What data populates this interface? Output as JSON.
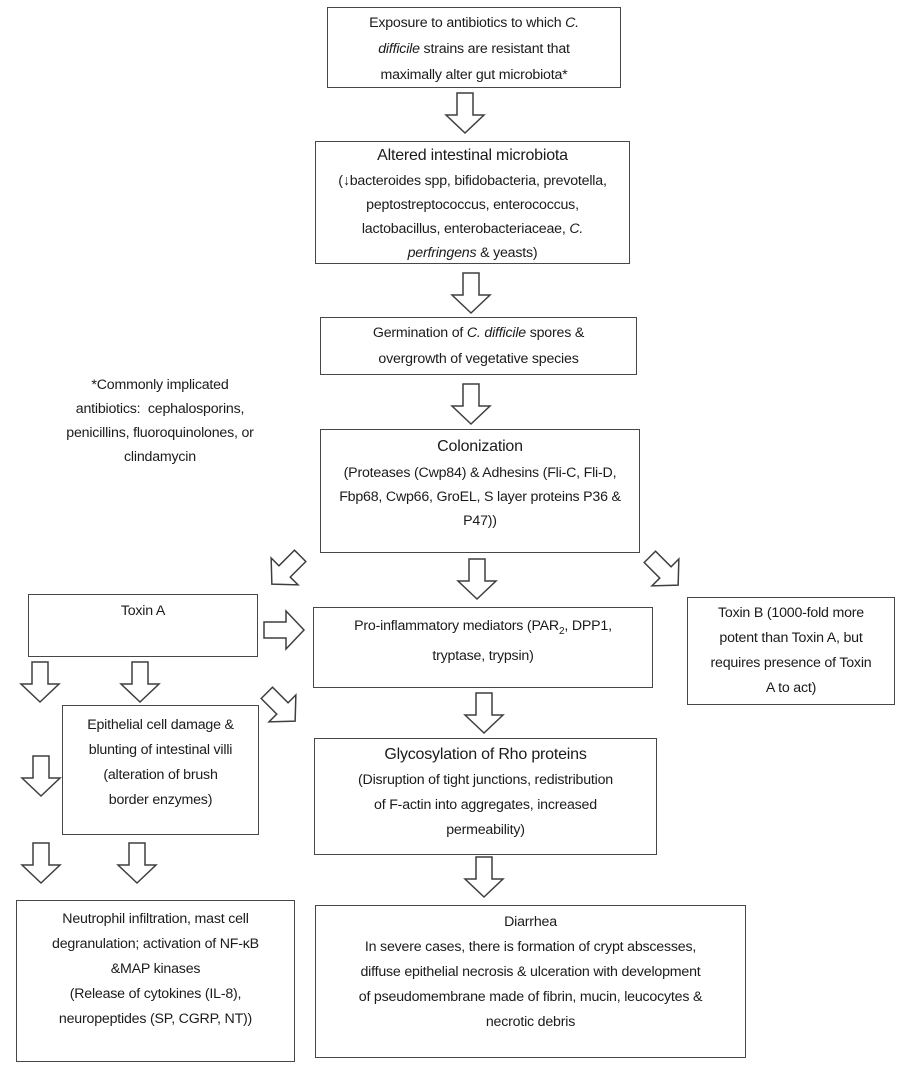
{
  "page": {
    "background_color": "#ffffff",
    "box_border_color": "#474747",
    "text_color": "#1b1b1b",
    "arrow_style": "white-filled block arrow with dark outline"
  },
  "boxes": {
    "exposure": {
      "lines": [
        {
          "segments": [
            {
              "text": "Exposure to antibiotics to which "
            },
            {
              "text": "C.",
              "italic": true
            }
          ]
        },
        {
          "segments": [
            {
              "text": "difficile",
              "italic": true
            },
            {
              "text": " strains are resistant that"
            }
          ]
        },
        {
          "segments": [
            {
              "text": "maximally alter gut microbiota*"
            }
          ]
        }
      ]
    },
    "altered_microbiota": {
      "lines": [
        {
          "heading": true,
          "segments": [
            {
              "text": "Altered intestinal microbiota"
            }
          ]
        },
        {
          "segments": [
            {
              "text": "(↓bacteroides spp, bifidobacteria, prevotella,"
            }
          ]
        },
        {
          "segments": [
            {
              "text": "peptostreptococcus, enterococcus,"
            }
          ]
        },
        {
          "segments": [
            {
              "text": "lactobacillus, enterobacteriaceae, "
            },
            {
              "text": "C.",
              "italic": true
            }
          ]
        },
        {
          "segments": [
            {
              "text": "perfringens",
              "italic": true
            },
            {
              "text": " & yeasts)"
            }
          ]
        }
      ]
    },
    "germination": {
      "lines": [
        {
          "segments": [
            {
              "text": "Germination of "
            },
            {
              "text": "C. difficile",
              "italic": true
            },
            {
              "text": " spores &"
            }
          ]
        },
        {
          "segments": [
            {
              "text": "overgrowth of vegetative species"
            }
          ]
        }
      ]
    },
    "colonization": {
      "lines": [
        {
          "heading": true,
          "segments": [
            {
              "text": "Colonization"
            }
          ]
        },
        {
          "segments": [
            {
              "text": "(Proteases (Cwp84) & Adhesins (Fli-C, Fli-D,"
            }
          ]
        },
        {
          "segments": [
            {
              "text": "Fbp68, Cwp66, GroEL, S layer proteins P36 &"
            }
          ]
        },
        {
          "segments": [
            {
              "text": "P47))"
            }
          ]
        }
      ]
    },
    "antibiotics_note": {
      "lines": [
        {
          "segments": [
            {
              "text": "*Commonly implicated"
            }
          ]
        },
        {
          "segments": [
            {
              "text": "antibiotics:  cephalosporins,"
            }
          ]
        },
        {
          "segments": [
            {
              "text": "penicillins, fluoroquinolones, or"
            }
          ]
        },
        {
          "segments": [
            {
              "text": "clindamycin"
            }
          ]
        }
      ]
    },
    "toxin_a": {
      "lines": [
        {
          "segments": [
            {
              "text": "Toxin A"
            }
          ]
        }
      ]
    },
    "pro_inflammatory": {
      "lines": [
        {
          "segments": [
            {
              "text": "Pro-inflammatory mediators (PAR"
            },
            {
              "text": "2",
              "sub": true
            },
            {
              "text": ", DPP1,"
            }
          ]
        },
        {
          "segments": [
            {
              "text": "tryptase, trypsin)"
            }
          ]
        }
      ]
    },
    "toxin_b": {
      "lines": [
        {
          "segments": [
            {
              "text": "Toxin B (1000-fold more"
            }
          ]
        },
        {
          "segments": [
            {
              "text": "potent than Toxin A, but"
            }
          ]
        },
        {
          "segments": [
            {
              "text": "requires presence of Toxin"
            }
          ]
        },
        {
          "segments": [
            {
              "text": "A to act)"
            }
          ]
        }
      ]
    },
    "epithelial_damage": {
      "lines": [
        {
          "segments": [
            {
              "text": "Epithelial cell damage &"
            }
          ]
        },
        {
          "segments": [
            {
              "text": "blunting of intestinal villi"
            }
          ]
        },
        {
          "segments": [
            {
              "text": "(alteration of brush"
            }
          ]
        },
        {
          "segments": [
            {
              "text": "border enzymes)"
            }
          ]
        }
      ]
    },
    "glycosylation": {
      "lines": [
        {
          "heading": true,
          "segments": [
            {
              "text": "Glycosylation of Rho proteins"
            }
          ]
        },
        {
          "segments": [
            {
              "text": "(Disruption of tight junctions, redistribution"
            }
          ]
        },
        {
          "segments": [
            {
              "text": "of F-actin into aggregates, increased"
            }
          ]
        },
        {
          "segments": [
            {
              "text": "permeability)"
            }
          ]
        }
      ]
    },
    "neutrophil": {
      "lines": [
        {
          "segments": [
            {
              "text": "Neutrophil infiltration, mast cell"
            }
          ]
        },
        {
          "segments": [
            {
              "text": "degranulation; activation of NF-κB"
            }
          ]
        },
        {
          "segments": [
            {
              "text": "&MAP kinases"
            }
          ]
        },
        {
          "segments": [
            {
              "text": "(Release of cytokines (IL-8),"
            }
          ]
        },
        {
          "segments": [
            {
              "text": "neuropeptides (SP, CGRP, NT))"
            }
          ]
        }
      ]
    },
    "diarrhea": {
      "lines": [
        {
          "segments": [
            {
              "text": "Diarrhea"
            }
          ]
        },
        {
          "segments": [
            {
              "text": "In severe cases, there is formation of crypt abscesses,"
            }
          ]
        },
        {
          "segments": [
            {
              "text": "diffuse epithelial necrosis & ulceration with development"
            }
          ]
        },
        {
          "segments": [
            {
              "text": "of pseudomembrane made of fibrin, mucin, leucocytes &"
            }
          ]
        },
        {
          "segments": [
            {
              "text": "necrotic debris"
            }
          ]
        }
      ]
    }
  },
  "connections": [
    {
      "from": "exposure",
      "to": "altered_microbiota",
      "direction": "down"
    },
    {
      "from": "altered_microbiota",
      "to": "germination",
      "direction": "down"
    },
    {
      "from": "germination",
      "to": "colonization",
      "direction": "down"
    },
    {
      "from": "colonization",
      "to": "toxin_a",
      "direction": "down-left"
    },
    {
      "from": "colonization",
      "to": "pro_inflammatory",
      "direction": "down"
    },
    {
      "from": "colonization",
      "to": "toxin_b",
      "direction": "down-right"
    },
    {
      "from": "toxin_a",
      "to": "pro_inflammatory",
      "direction": "right"
    },
    {
      "from": "toxin_a",
      "to": "epithelial_damage",
      "direction": "down",
      "count": 2
    },
    {
      "from": "epithelial_damage",
      "to": "glycosylation",
      "direction": "down-right"
    },
    {
      "from": "toxin_a",
      "to": "neutrophil",
      "direction": "down",
      "note": "left column arrow beside epithelial box"
    },
    {
      "from": "epithelial_damage",
      "to": "neutrophil",
      "direction": "down",
      "count": 2
    },
    {
      "from": "pro_inflammatory",
      "to": "glycosylation",
      "direction": "down"
    },
    {
      "from": "glycosylation",
      "to": "diarrhea",
      "direction": "down"
    }
  ]
}
